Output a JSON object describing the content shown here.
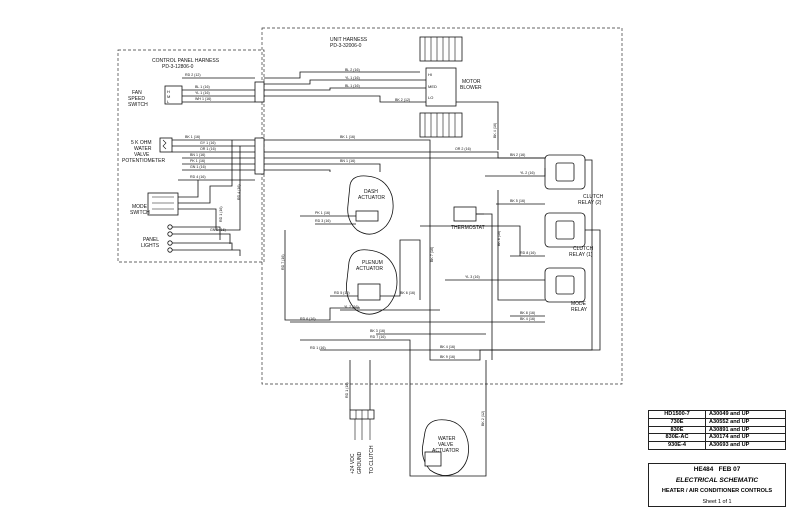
{
  "harness": {
    "unit_title": "UNIT HARNESS",
    "unit_pn": "PD-3-32006-0",
    "control_title": "CONTROL PANEL HARNESS",
    "control_pn": "PD-3-12806-0"
  },
  "components": {
    "fan_speed": [
      "FAN",
      "SPEED",
      "SWITCH"
    ],
    "potentiometer": [
      "5 K OHM",
      "WATER",
      "VALVE",
      "POTENTIOMETER"
    ],
    "mode_switch": [
      "MODE",
      "SWITCH"
    ],
    "panel_lights": [
      "PANEL",
      "LIGHTS"
    ],
    "motor_blower": [
      "MOTOR",
      "BLOWER"
    ],
    "dash_actuator": [
      "DASH",
      "ACTUATOR"
    ],
    "plenum_actuator": [
      "PLENUM",
      "ACTUATOR"
    ],
    "thermostat": "THERMOSTAT",
    "clutch_relay_2": [
      "CLUTCH",
      "RELAY (2)"
    ],
    "clutch_relay_1": [
      "CLUTCH",
      "RELAY (1)"
    ],
    "mode_relay": [
      "MODE",
      "RELAY"
    ],
    "water_valve_actuator": [
      "WATER",
      "VALVE",
      "ACTUATOR"
    ],
    "connector_left": [
      "+24 VDC",
      "GROUND"
    ],
    "connector_right": "TO CLUTCH"
  },
  "wires": {
    "rd2": "RD 2 (12)",
    "bl2": "BL 2 (16)",
    "bl1": "BL 1 (16)",
    "yl1": "YL 1 (16)",
    "bk1": "BK 1 (16)",
    "bk2": "BK 2 (12)",
    "or1": "OR 1 (16)",
    "bn1": "BN 1 (16)",
    "wh1": "WH 1 (16)",
    "gn1": "GN 1 (16)",
    "gy1": "GY 1 (16)",
    "pk1": "PK 1 (16)",
    "rd1": "RD 1 (16)",
    "rd3": "RD 3 (16)",
    "rd4": "RD 4 (16)",
    "rd5": "RD 5 (16)",
    "rd6": "RD 6 (16)",
    "rd7": "RD 7 (16)",
    "bk3": "BK 3 (16)",
    "bk4": "BK 4 (16)",
    "bk5": "BK 5 (16)",
    "bk6": "BK 6 (16)",
    "bk7": "BK 7 (16)",
    "bk8": "BK 8 (16)",
    "or2": "OR 2 (16)",
    "bn2": "BN 2 (16)",
    "yl2": "YL 2 (16)",
    "yl3": "YL 3 (16)",
    "gn2": "GN 2 (16)",
    "rd8": "RD 8 (16)",
    "bk9": "BK 9 (16)"
  },
  "pins": {
    "blower_hi": "HI",
    "blower_med": "MED",
    "blower_lo": "LO",
    "hi": "H",
    "m": "M",
    "l": "L"
  },
  "models": [
    {
      "model": "HD1500-7",
      "serial": "A30049 and UP"
    },
    {
      "model": "730E",
      "serial": "A30552 and UP"
    },
    {
      "model": "830E",
      "serial": "A30891 and UP"
    },
    {
      "model": "830E-AC",
      "serial": "A30174 and UP"
    },
    {
      "model": "930E-4",
      "serial": "A30693 and UP"
    }
  ],
  "title_block": {
    "doc": "HE484",
    "date": "FEB 07",
    "title": "ELECTRICAL SCHEMATIC",
    "subtitle": "HEATER / AIR CONDITIONER CONTROLS",
    "sheet": "Sheet 1 of 1"
  }
}
